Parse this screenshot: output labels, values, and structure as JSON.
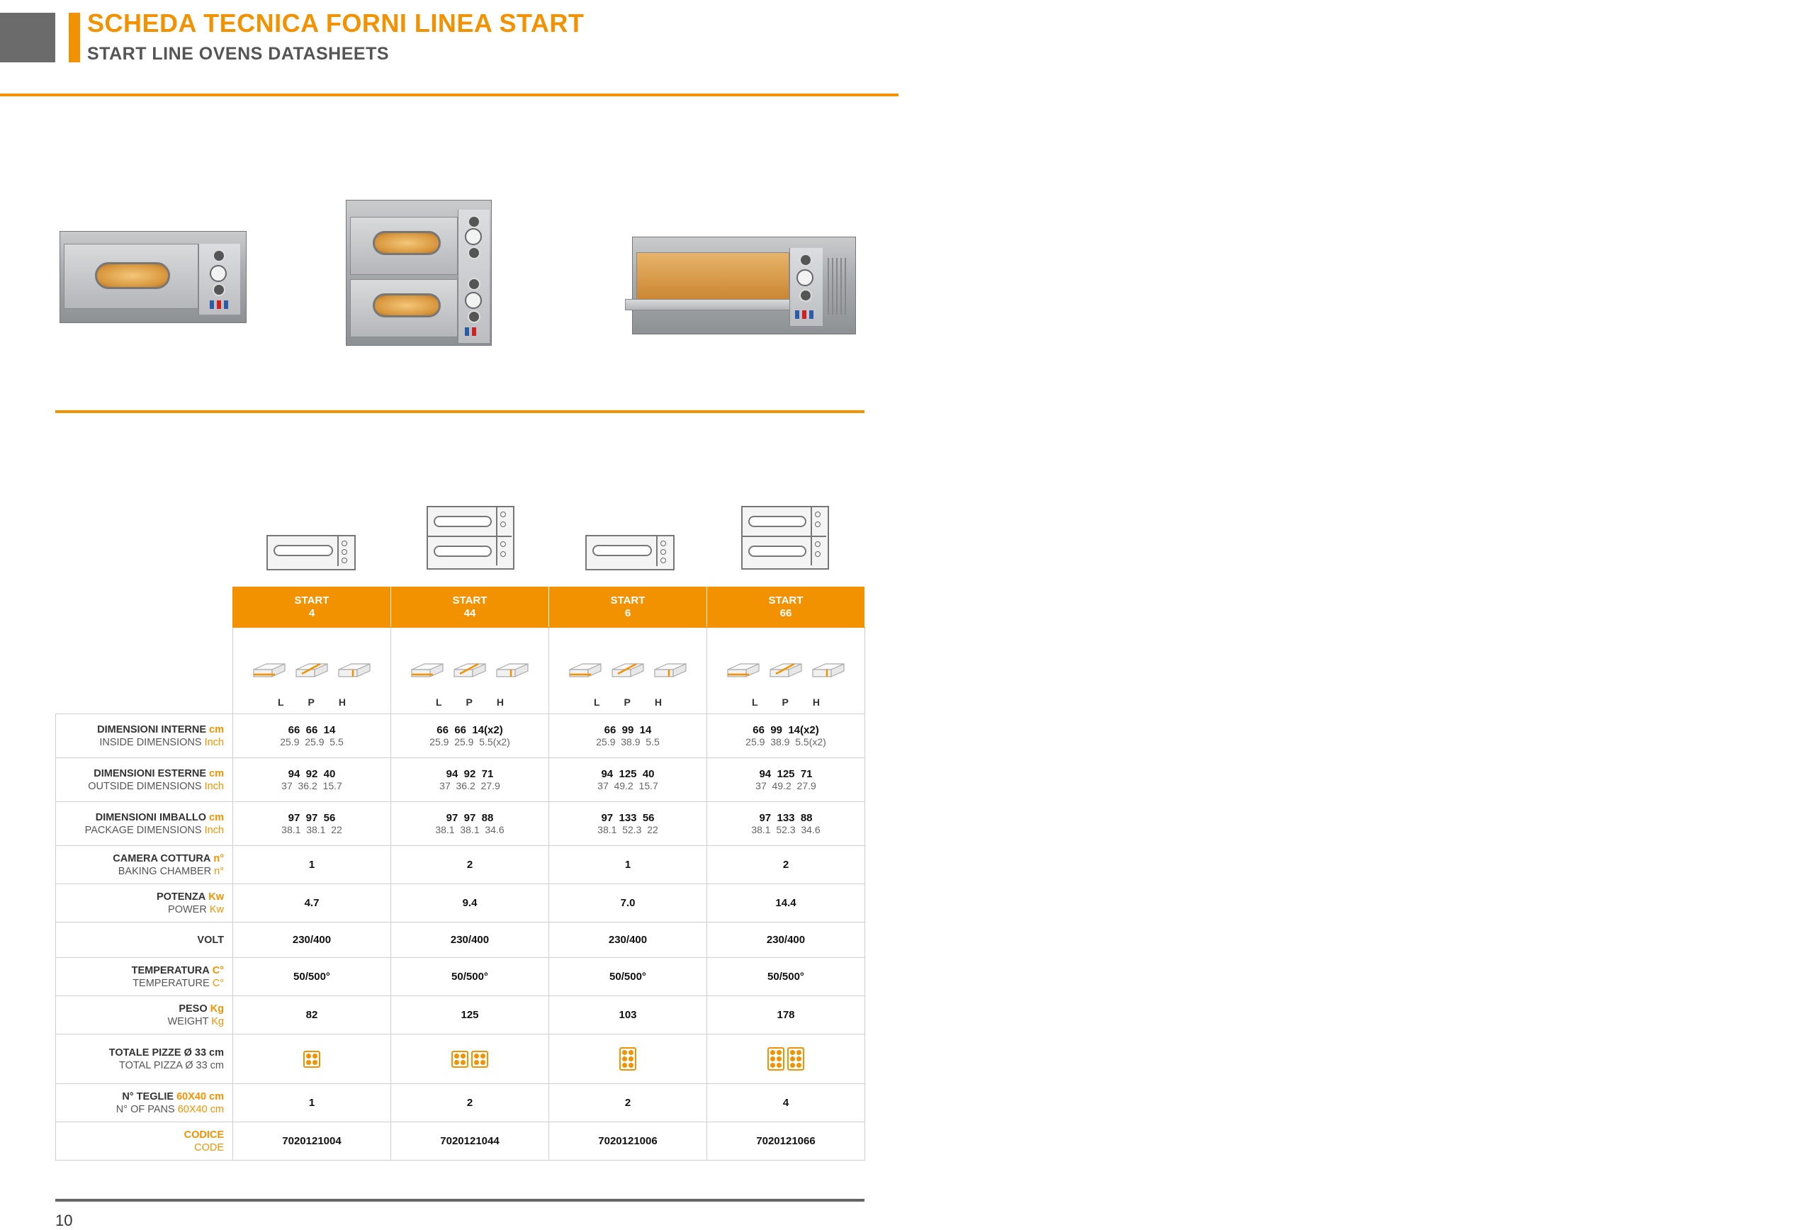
{
  "header": {
    "title_it": "SCHEDA TECNICA FORNI LINEA START",
    "title_en": "START LINE OVENS DATASHEETS"
  },
  "page_number": "10",
  "models": [
    {
      "line1": "START",
      "line2": "4",
      "pizza_blocks": [
        [
          2,
          2
        ]
      ]
    },
    {
      "line1": "START",
      "line2": "44",
      "pizza_blocks": [
        [
          2,
          2
        ],
        [
          2,
          2
        ]
      ]
    },
    {
      "line1": "START",
      "line2": "6",
      "pizza_blocks": [
        [
          2,
          3
        ]
      ]
    },
    {
      "line1": "START",
      "line2": "66",
      "pizza_blocks": [
        [
          2,
          3
        ],
        [
          2,
          3
        ]
      ]
    }
  ],
  "lph": [
    "L",
    "P",
    "H"
  ],
  "rows": [
    {
      "it": "DIMENSIONI INTERNE",
      "unit_it": "cm",
      "en": "INSIDE DIMENSIONS",
      "unit_en": "Inch",
      "values": [
        {
          "main": "66  66  14",
          "sub": "25.9  25.9  5.5"
        },
        {
          "main": "66  66  14(x2)",
          "sub": "25.9  25.9  5.5(x2)"
        },
        {
          "main": "66  99  14",
          "sub": "25.9  38.9  5.5"
        },
        {
          "main": "66  99  14(x2)",
          "sub": "25.9  38.9  5.5(x2)"
        }
      ]
    },
    {
      "it": "DIMENSIONI ESTERNE",
      "unit_it": "cm",
      "en": "OUTSIDE DIMENSIONS",
      "unit_en": "Inch",
      "values": [
        {
          "main": "94  92  40",
          "sub": "37  36.2  15.7"
        },
        {
          "main": "94  92  71",
          "sub": "37  36.2  27.9"
        },
        {
          "main": "94  125  40",
          "sub": "37  49.2  15.7"
        },
        {
          "main": "94  125  71",
          "sub": "37  49.2  27.9"
        }
      ]
    },
    {
      "it": "DIMENSIONI IMBALLO",
      "unit_it": "cm",
      "en": "PACKAGE DIMENSIONS",
      "unit_en": "Inch",
      "values": [
        {
          "main": "97  97  56",
          "sub": "38.1  38.1  22"
        },
        {
          "main": "97  97  88",
          "sub": "38.1  38.1  34.6"
        },
        {
          "main": "97  133  56",
          "sub": "38.1  52.3  22"
        },
        {
          "main": "97  133  88",
          "sub": "38.1  52.3  34.6"
        }
      ]
    },
    {
      "it": "CAMERA COTTURA",
      "unit_it": "n°",
      "en": "BAKING CHAMBER",
      "unit_en": "n°",
      "values": [
        {
          "main": "1"
        },
        {
          "main": "2"
        },
        {
          "main": "1"
        },
        {
          "main": "2"
        }
      ]
    },
    {
      "it": "POTENZA",
      "unit_it": "Kw",
      "en": "POWER",
      "unit_en": "Kw",
      "values": [
        {
          "main": "4.7"
        },
        {
          "main": "9.4"
        },
        {
          "main": "7.0"
        },
        {
          "main": "14.4"
        }
      ]
    },
    {
      "it": "VOLT",
      "unit_it": "",
      "en": "",
      "unit_en": "",
      "values": [
        {
          "main": "230/400"
        },
        {
          "main": "230/400"
        },
        {
          "main": "230/400"
        },
        {
          "main": "230/400"
        }
      ]
    },
    {
      "it": "TEMPERATURA",
      "unit_it": "C°",
      "en": "TEMPERATURE",
      "unit_en": "C°",
      "values": [
        {
          "main": "50/500°"
        },
        {
          "main": "50/500°"
        },
        {
          "main": "50/500°"
        },
        {
          "main": "50/500°"
        }
      ]
    },
    {
      "it": "PESO",
      "unit_it": "Kg",
      "en": "WEIGHT",
      "unit_en": "Kg",
      "values": [
        {
          "main": "82"
        },
        {
          "main": "125"
        },
        {
          "main": "103"
        },
        {
          "main": "178"
        }
      ]
    },
    {
      "it": "TOTALE PIZZE Ø 33 cm",
      "unit_it": "",
      "en": "TOTAL PIZZA Ø 33 cm",
      "unit_en": "",
      "pizza": true,
      "values": [
        {},
        {},
        {},
        {}
      ]
    },
    {
      "it": "N° TEGLIE",
      "unit_it": "60X40 cm",
      "en": "N° OF PANS",
      "unit_en": "60X40 cm",
      "values": [
        {
          "main": "1"
        },
        {
          "main": "2"
        },
        {
          "main": "2"
        },
        {
          "main": "4"
        }
      ]
    },
    {
      "it": "",
      "unit_it": "CODICE",
      "en": "",
      "unit_en": "CODE",
      "code": true,
      "values": [
        {
          "main": "7020121004"
        },
        {
          "main": "7020121044"
        },
        {
          "main": "7020121006"
        },
        {
          "main": "7020121066"
        }
      ]
    }
  ],
  "colors": {
    "accent": "#f39200",
    "grey": "#6b6b6b"
  }
}
